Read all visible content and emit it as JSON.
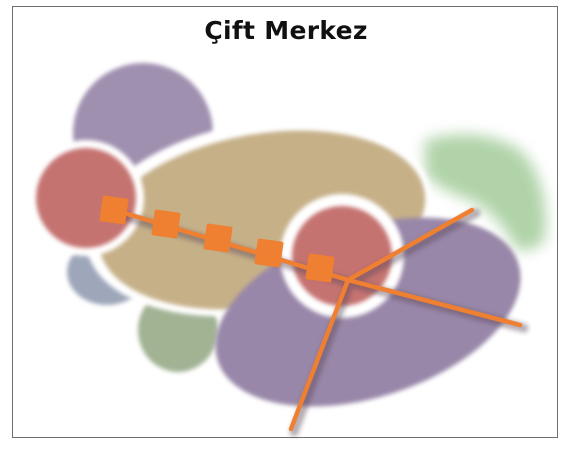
{
  "title": "Çift Merkez",
  "colors": {
    "purple": "#9a84a8",
    "red": "#c97573",
    "gold": "#c7b189",
    "green": "#a8cfa0",
    "blue_gray": "#9ea7ba",
    "sage": "#a5b596",
    "orange": "#ef7f31",
    "frame": "#6f6f6f"
  },
  "icons": [
    "blob-shapes",
    "orange-connector-lines",
    "square-markers"
  ]
}
